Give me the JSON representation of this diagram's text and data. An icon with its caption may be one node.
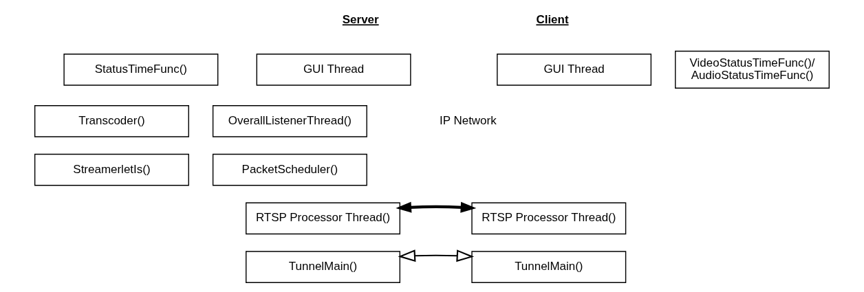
{
  "diagram": {
    "nodes": [
      {
        "text": [
          "StatusTimeFunc()"
        ]
      },
      {
        "text": [
          "Transcoder()"
        ]
      },
      {
        "text": [
          "StreamerletIs()"
        ]
      },
      {
        "text": [
          "GUI Thread"
        ]
      },
      {
        "text": [
          "OverallListenerThread()"
        ]
      },
      {
        "text": [
          "PacketScheduler()"
        ]
      },
      {
        "text": [
          "RTSP Processor Thread()"
        ]
      },
      {
        "text": [
          "TunnelMain()"
        ]
      },
      {
        "text": [
          "GUI Thread"
        ]
      },
      {
        "text": [
          "VideoStatusTimeFunc()/ AudioStatusTimeFunc()"
        ]
      },
      {
        "text": [
          "RTSP Processor Thread()"
        ]
      },
      {
        "text": [
          "TunnelMain()"
        ]
      }
    ],
    "edges": [
      {
        "from": 6,
        "to": 10,
        "arrow": "both",
        "style": "thick"
      },
      {
        "from": 7,
        "to": 11,
        "arrow": "both"
      }
    ],
    "labels": [
      "Server",
      "Client",
      "IP Network"
    ]
  }
}
